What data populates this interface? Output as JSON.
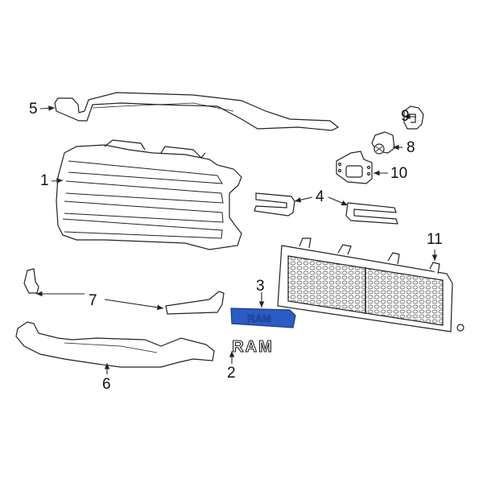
{
  "diagram": {
    "type": "exploded parts diagram",
    "highlight_color": "#2d5bc4",
    "line_color": "#222222",
    "callouts": [
      {
        "id": "1",
        "label": "1",
        "part": "grille-shell"
      },
      {
        "id": "2",
        "label": "2",
        "part": "ram-emblem"
      },
      {
        "id": "3",
        "label": "3",
        "part": "emblem-bracket-highlighted"
      },
      {
        "id": "4",
        "label": "4",
        "part": "grille-inserts"
      },
      {
        "id": "5",
        "label": "5",
        "part": "upper-support"
      },
      {
        "id": "6",
        "label": "6",
        "part": "lower-support"
      },
      {
        "id": "7",
        "label": "7",
        "part": "side-brackets"
      },
      {
        "id": "8",
        "label": "8",
        "part": "camera"
      },
      {
        "id": "9",
        "label": "9",
        "part": "clip"
      },
      {
        "id": "10",
        "label": "10",
        "part": "camera-bracket"
      },
      {
        "id": "11",
        "label": "11",
        "part": "shutter-grille"
      }
    ],
    "emblem_text": "RAM"
  }
}
